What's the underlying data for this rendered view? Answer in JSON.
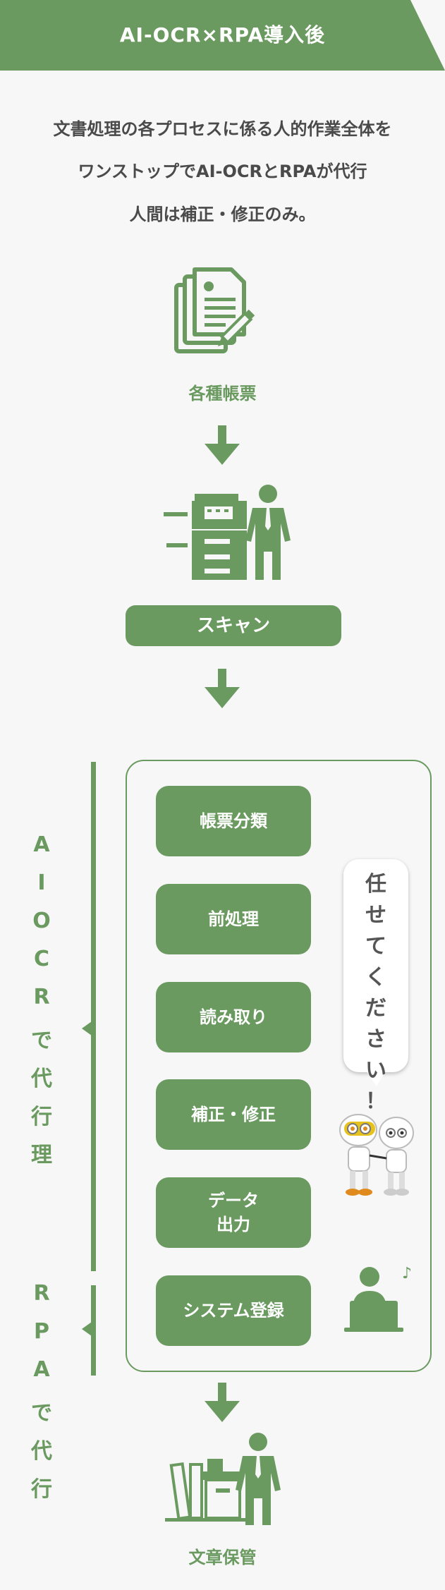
{
  "header": {
    "title": "AI-OCR×RPA導入後"
  },
  "intro": {
    "lines": [
      "文書処理の各プロセスに係る人的作業全体を",
      "ワンストップでAI-OCRとRPAが代行",
      "人間は補正・修正のみ。"
    ]
  },
  "flow": {
    "documents_label": "各種帳票",
    "scan_button": "スキャン",
    "steps": [
      {
        "line1": "帳票分類",
        "line2": ""
      },
      {
        "line1": "前処理",
        "line2": ""
      },
      {
        "line1": "読み取り",
        "line2": ""
      },
      {
        "line1": "補正・修正",
        "line2": ""
      },
      {
        "line1": "データ",
        "line2": "出力"
      },
      {
        "line1": "システム登録",
        "line2": ""
      }
    ],
    "storage_label": "文章保管"
  },
  "side_labels": {
    "aiocr": [
      "A",
      "I",
      "O",
      "C",
      "R",
      "で",
      "代",
      "行",
      "理"
    ],
    "rpa": [
      "R",
      "P",
      "A",
      "で",
      "代",
      "行"
    ]
  },
  "bubble": {
    "chars": [
      "任",
      "せ",
      "て",
      "く",
      "だ",
      "さ",
      "い",
      "！"
    ]
  },
  "colors": {
    "primary": "#6a9a60",
    "text": "#4a4a4a",
    "background": "#f7f7f7"
  }
}
